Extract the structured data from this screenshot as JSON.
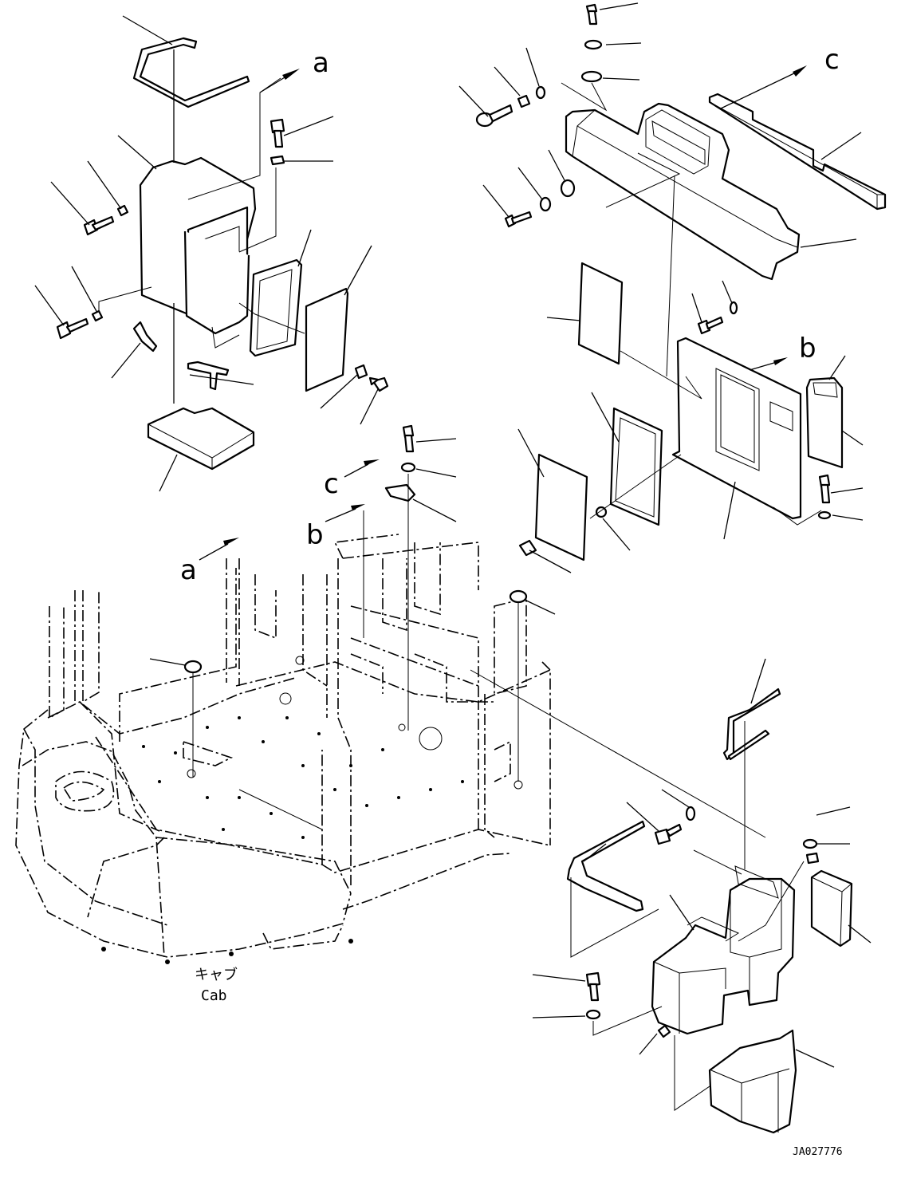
{
  "labels": {
    "a_top": "a",
    "a_cab": "a",
    "b_right": "b",
    "b_cab": "b",
    "c_top": "c",
    "c_cab": "c",
    "cab_jp": "キャブ",
    "cab_en": "Cab",
    "drawing_id": "JA027776"
  }
}
